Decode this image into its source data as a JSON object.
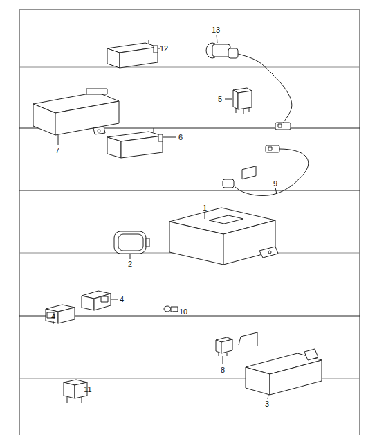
{
  "diagram": {
    "labels": [
      "13",
      "12",
      "5",
      "6",
      "7",
      "9",
      "1",
      "2",
      "4",
      "10",
      "4",
      "8",
      "11",
      "3"
    ]
  }
}
